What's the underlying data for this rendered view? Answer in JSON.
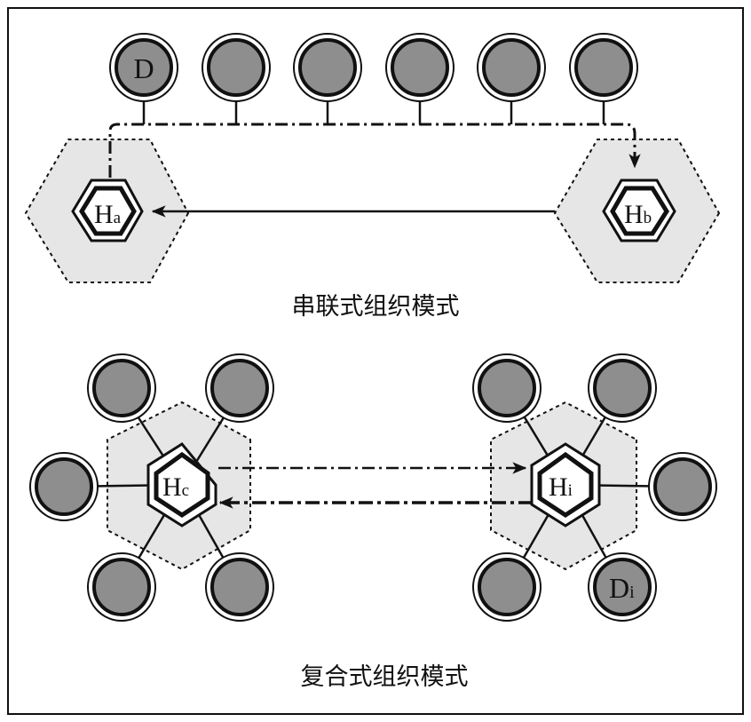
{
  "frame": {
    "bg": "#ffffff",
    "border": "#111111"
  },
  "colors": {
    "hex_zone": "#e6e6e6",
    "node_fill": "#8e8e8e",
    "node_ring": "#ffffff",
    "line": "#111111"
  },
  "serial": {
    "caption": "串联式组织模式",
    "node_first_label": "D",
    "hub_left": {
      "main": "H",
      "sub": "a"
    },
    "hub_right": {
      "main": "H",
      "sub": "b"
    }
  },
  "composite": {
    "caption": "复合式组织模式",
    "hub_left": {
      "main": "H",
      "sub": "c"
    },
    "hub_right": {
      "main": "H",
      "sub": "i"
    },
    "node_label": {
      "main": "D",
      "sub": "i"
    }
  }
}
